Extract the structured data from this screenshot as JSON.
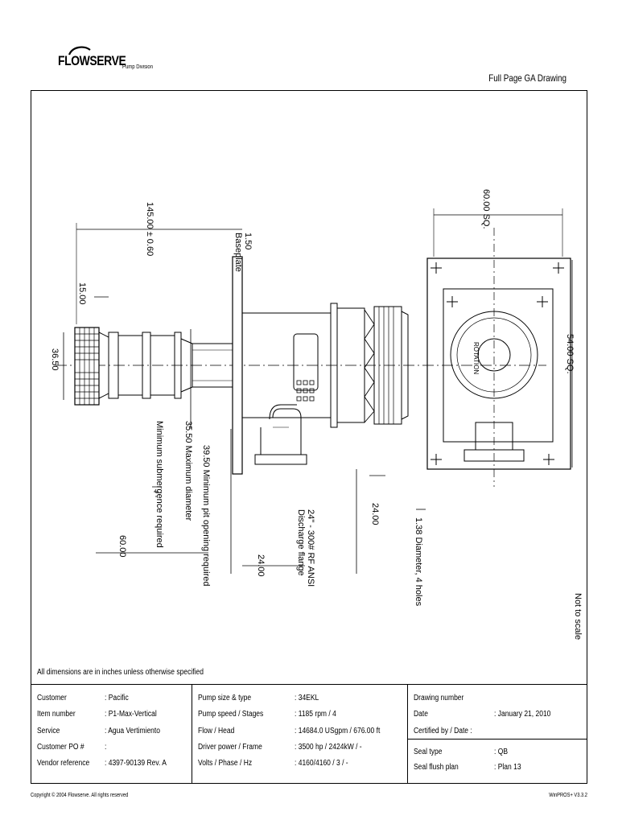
{
  "header": {
    "logo_text": "FLOWSERVE",
    "logo_sub": "Pump Division",
    "doc_title": "Full Page GA Drawing"
  },
  "drawing": {
    "dims": {
      "overall_length": "145.00 ± 0.60",
      "baseplate": "1.50\nBaseplate",
      "bowl_length": "15.00",
      "bowl_dia": "36.50",
      "max_dia": "35.50  Maximum diameter",
      "min_sub": "Minimum submergence required",
      "min_pit": "39.50  Minimum pit opening required",
      "sixty": "60.00",
      "twentyfour_bottom": "24.00",
      "discharge_flange": "24\" - 300# RF ANSI\nDischarge flange",
      "twentyfour_right": "24.00",
      "holes": "1.38  Diameter, 4 holes",
      "sq_top": "60.00  SQ.",
      "sq_right": "54.00  SQ.",
      "not_to_scale": "Not to scale",
      "motor_label": "ROTATION"
    }
  },
  "note": "All dimensions are in inches unless otherwise specified",
  "title_block": {
    "col1": [
      {
        "label": "Customer",
        "value": ": Pacific"
      },
      {
        "label": "Item number",
        "value": ": P1-Max-Vertical"
      },
      {
        "label": "Service",
        "value": ": Agua Vertimiento"
      },
      {
        "label": "Customer PO #",
        "value": ":"
      },
      {
        "label": "Vendor reference",
        "value": ": 4397-90139     Rev.    A"
      }
    ],
    "col2": [
      {
        "label": "Pump size & type",
        "value": ": 34EKL"
      },
      {
        "label": "Pump speed / Stages",
        "value": ": 1185 rpm         /  4"
      },
      {
        "label": "Flow / Head",
        "value": ": 14684.0 USgpm   /  676.00 ft"
      },
      {
        "label": "Driver power / Frame",
        "value": ": 3500 hp / 2424kW     /  -"
      },
      {
        "label": "Volts / Phase / Hz",
        "value": ": 4160/4160  /  3         /  -"
      }
    ],
    "col3_top": [
      {
        "label": "Drawing number",
        "value": ""
      },
      {
        "label": "Date",
        "value": ": January 21, 2010"
      },
      {
        "label": "Certified by / Date :",
        "value": ""
      }
    ],
    "col3_bottom": [
      {
        "label": "Seal type",
        "value": ": QB"
      },
      {
        "label": "Seal flush plan",
        "value": ": Plan 13"
      }
    ]
  },
  "footer": {
    "copyright": "Copyright © 2004 Flowserve. All rights reserved",
    "version": "WinPROS+ V3.3.2"
  }
}
